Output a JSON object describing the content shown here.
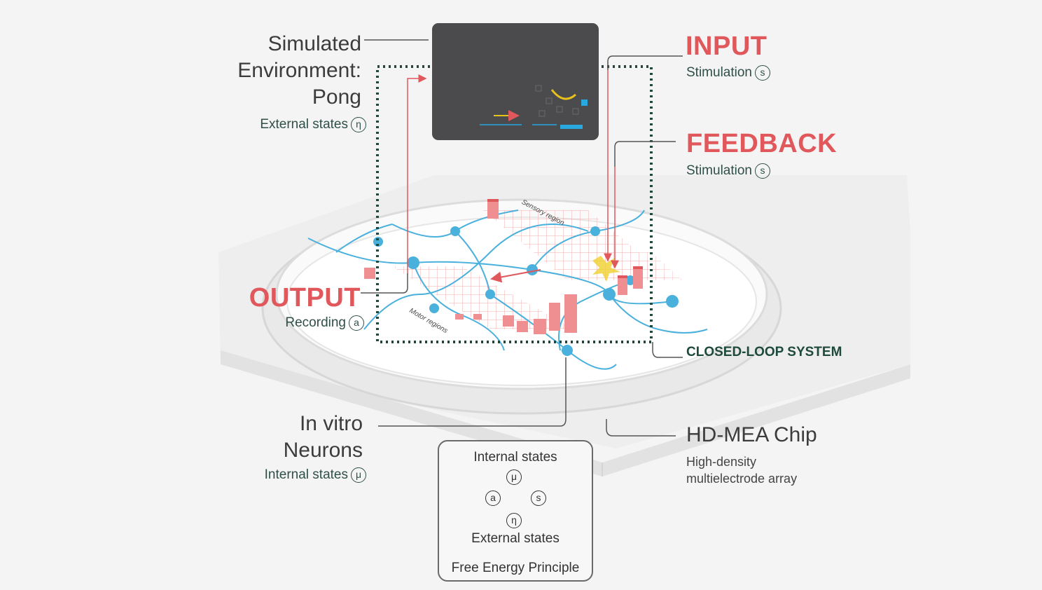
{
  "environment": {
    "title_lines": [
      "Simulated",
      "Environment:",
      "Pong"
    ],
    "states_label": "External states",
    "states_symbol": "η"
  },
  "input": {
    "heading": "INPUT",
    "sub": "Stimulation",
    "symbol": "s"
  },
  "feedback": {
    "heading": "FEEDBACK",
    "sub": "Stimulation",
    "symbol": "s"
  },
  "output": {
    "heading": "OUTPUT",
    "sub": "Recording",
    "symbol": "a"
  },
  "closed_loop": {
    "label": "CLOSED-LOOP SYSTEM"
  },
  "dish": {
    "sensory_region": "Sensory region",
    "motor_regions": "Motor regions"
  },
  "neurons": {
    "title_lines": [
      "In vitro",
      "Neurons"
    ],
    "states_label": "Internal states",
    "states_symbol": "μ"
  },
  "chip": {
    "title": "HD-MEA Chip",
    "desc_lines": [
      "High-density",
      "multielectrode array"
    ]
  },
  "fep": {
    "top_label": "Internal states",
    "bottom_label": "External states",
    "caption": "Free Energy Principle",
    "nodes": {
      "mu": "μ",
      "a": "a",
      "s": "s",
      "eta": "η"
    }
  },
  "colors": {
    "accent_red": "#e0585c",
    "loop_green": "#1d4a3c",
    "neuron_blue": "#4ab0dc",
    "screen": "#4b4b4d",
    "game_cyan": "#29a8e0",
    "game_yellow": "#e8c21a"
  }
}
